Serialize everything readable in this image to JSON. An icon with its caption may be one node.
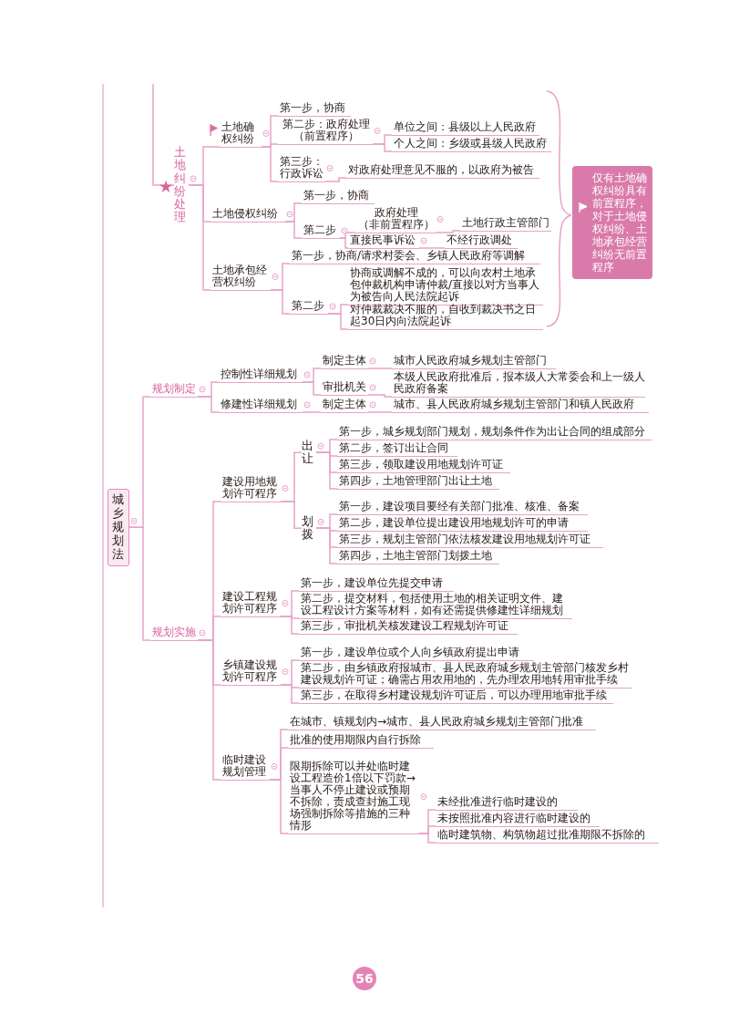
{
  "diagram": {
    "nodes": [
      {
        "text": [
          "土地纠纷处理"
        ]
      },
      {
        "text": [
          "土地确权纠纷"
        ]
      },
      {
        "text": [
          "第一步，协商"
        ]
      },
      {
        "text": [
          "第二步：政府处理（前置程序）"
        ]
      },
      {
        "text": [
          "单位之间：县级以上人民政府"
        ]
      },
      {
        "text": [
          "个人之间：乡级或县级人民政府"
        ]
      },
      {
        "text": [
          "第三步：行政诉讼"
        ]
      },
      {
        "text": [
          "对政府处理意见不服的，以政府为被告"
        ]
      },
      {
        "text": [
          "土地侵权纠纷"
        ]
      },
      {
        "text": [
          "第一步，协商"
        ]
      },
      {
        "text": [
          "第二步"
        ]
      },
      {
        "text": [
          "政府处理（非前置程序）"
        ]
      },
      {
        "text": [
          "土地行政主管部门"
        ]
      },
      {
        "text": [
          "直接民事诉讼"
        ]
      },
      {
        "text": [
          "不经行政调处"
        ]
      },
      {
        "text": [
          "土地承包经营权纠纷"
        ]
      },
      {
        "text": [
          "第一步，协商/请求村委会、乡镇人民政府等调解"
        ]
      },
      {
        "text": [
          "第二步"
        ]
      },
      {
        "text": [
          "协商或调解不成的，可以向农村土地承包仲裁机构申请仲裁/直接以对方当事人为被告向人民法院起诉"
        ]
      },
      {
        "text": [
          "对仲裁裁决不服的，自收到裁决书之日起30日内向法院起诉"
        ]
      },
      {
        "text": [
          "仅有土地确权纠纷具有前置程序，对于土地侵权纠纷、土地承包经营纠纷无前置程序"
        ]
      },
      {
        "text": [
          "城乡规划法"
        ]
      },
      {
        "text": [
          "规划制定"
        ]
      },
      {
        "text": [
          "控制性详细规划"
        ]
      },
      {
        "text": [
          "制定主体"
        ]
      },
      {
        "text": [
          "城市人民政府城乡规划主管部门"
        ]
      },
      {
        "text": [
          "审批机关"
        ]
      },
      {
        "text": [
          "本级人民政府批准后，报本级人大常委会和上一级人民政府备案"
        ]
      },
      {
        "text": [
          "修建性详细规划"
        ]
      },
      {
        "text": [
          "制定主体"
        ]
      },
      {
        "text": [
          "城市、县人民政府城乡规划主管部门和镇人民政府"
        ]
      },
      {
        "text": [
          "规划实施"
        ]
      },
      {
        "text": [
          "建设用地规划许可程序"
        ]
      },
      {
        "text": [
          "出让"
        ]
      },
      {
        "text": [
          "第一步，城乡规划部门规划，规划条件作为出让合同的组成部分"
        ]
      },
      {
        "text": [
          "第二步，签订出让合同"
        ]
      },
      {
        "text": [
          "第三步，领取建设用地规划许可证"
        ]
      },
      {
        "text": [
          "第四步，土地管理部门出让土地"
        ]
      },
      {
        "text": [
          "划拨"
        ]
      },
      {
        "text": [
          "第一步，建设项目要经有关部门批准、核准、备案"
        ]
      },
      {
        "text": [
          "第二步，建设单位提出建设用地规划许可的申请"
        ]
      },
      {
        "text": [
          "第三步，规划主管部门依法核发建设用地规划许可证"
        ]
      },
      {
        "text": [
          "第四步，土地主管部门划拨土地"
        ]
      },
      {
        "text": [
          "建设工程规划许可程序"
        ]
      },
      {
        "text": [
          "第一步，建设单位先提交申请"
        ]
      },
      {
        "text": [
          "第二步，提交材料，包括使用土地的相关证明文件、建设工程设计方案等材料，如有还需提供修建性详细规划"
        ]
      },
      {
        "text": [
          "第三步，审批机关核发建设工程规划许可证"
        ]
      },
      {
        "text": [
          "乡镇建设规划许可程序"
        ]
      },
      {
        "text": [
          "第一步，建设单位或个人向乡镇政府提出申请"
        ]
      },
      {
        "text": [
          "第二步，由乡镇政府报城市、县人民政府城乡规划主管部门核发乡村建设规划许可证；确需占用农用地的，先办理农用地转用审批手续"
        ]
      },
      {
        "text": [
          "第三步，在取得乡村建设规划许可证后，可以办理用地审批手续"
        ]
      },
      {
        "text": [
          "临时建设规划管理"
        ]
      },
      {
        "text": [
          "在城市、镇规划内→城市、县人民政府城乡规划主管部门批准"
        ]
      },
      {
        "text": [
          "批准的使用期限内自行拆除"
        ]
      },
      {
        "text": [
          "限期拆除可以并处临时建设工程造价1倍以下罚款→当事人不停止建设或预期不拆除，责成查封施工现场强制拆除等措施的三种情形"
        ]
      },
      {
        "text": [
          "未经批准进行临时建设的"
        ]
      },
      {
        "text": [
          "未按照批准内容进行临时建设的"
        ]
      },
      {
        "text": [
          "临时建筑物、构筑物超过批准期限不拆除的"
        ]
      },
      {
        "text": [
          "56"
        ]
      }
    ],
    "edges": [
      {
        "from": null,
        "to": 0,
        "arrow": "none"
      },
      {
        "from": 0,
        "to": 1,
        "arrow": "none"
      },
      {
        "from": 0,
        "to": 8,
        "arrow": "none"
      },
      {
        "from": 0,
        "to": 15,
        "arrow": "none"
      },
      {
        "from": 1,
        "to": 2,
        "arrow": "none"
      },
      {
        "from": 1,
        "to": 3,
        "arrow": "none"
      },
      {
        "from": 1,
        "to": 6,
        "arrow": "none"
      },
      {
        "from": 3,
        "to": 4,
        "arrow": "none"
      },
      {
        "from": 3,
        "to": 5,
        "arrow": "none"
      },
      {
        "from": 6,
        "to": 7,
        "arrow": "none"
      },
      {
        "from": 8,
        "to": 9,
        "arrow": "none"
      },
      {
        "from": 8,
        "to": 10,
        "arrow": "none"
      },
      {
        "from": 10,
        "to": 11,
        "arrow": "none"
      },
      {
        "from": 10,
        "to": 13,
        "arrow": "none"
      },
      {
        "from": 11,
        "to": 12,
        "arrow": "none"
      },
      {
        "from": 13,
        "to": 14,
        "arrow": "none"
      },
      {
        "from": 15,
        "to": 16,
        "arrow": "none"
      },
      {
        "from": 15,
        "to": 17,
        "arrow": "none"
      },
      {
        "from": 17,
        "to": 18,
        "arrow": "none"
      },
      {
        "from": 17,
        "to": 19,
        "arrow": "none"
      },
      {
        "from": 21,
        "to": 22,
        "arrow": "none"
      },
      {
        "from": 21,
        "to": 31,
        "arrow": "none"
      },
      {
        "from": 22,
        "to": 23,
        "arrow": "none"
      },
      {
        "from": 22,
        "to": 28,
        "arrow": "none"
      },
      {
        "from": 23,
        "to": 24,
        "arrow": "none"
      },
      {
        "from": 23,
        "to": 26,
        "arrow": "none"
      },
      {
        "from": 24,
        "to": 25,
        "arrow": "none"
      },
      {
        "from": 26,
        "to": 27,
        "arrow": "none"
      },
      {
        "from": 28,
        "to": 29,
        "arrow": "none"
      },
      {
        "from": 29,
        "to": 30,
        "arrow": "none"
      },
      {
        "from": 31,
        "to": 32,
        "arrow": "none"
      },
      {
        "from": 31,
        "to": 43,
        "arrow": "none"
      },
      {
        "from": 31,
        "to": 47,
        "arrow": "none"
      },
      {
        "from": 31,
        "to": 51,
        "arrow": "none"
      },
      {
        "from": 32,
        "to": 33,
        "arrow": "none"
      },
      {
        "from": 32,
        "to": 38,
        "arrow": "none"
      },
      {
        "from": 33,
        "to": 34,
        "arrow": "none"
      },
      {
        "from": 33,
        "to": 35,
        "arrow": "none"
      },
      {
        "from": 33,
        "to": 36,
        "arrow": "none"
      },
      {
        "from": 33,
        "to": 37,
        "arrow": "none"
      },
      {
        "from": 38,
        "to": 39,
        "arrow": "none"
      },
      {
        "from": 38,
        "to": 40,
        "arrow": "none"
      },
      {
        "from": 38,
        "to": 41,
        "arrow": "none"
      },
      {
        "from": 38,
        "to": 42,
        "arrow": "none"
      },
      {
        "from": 43,
        "to": 44,
        "arrow": "none"
      },
      {
        "from": 43,
        "to": 45,
        "arrow": "none"
      },
      {
        "from": 43,
        "to": 46,
        "arrow": "none"
      },
      {
        "from": 47,
        "to": 48,
        "arrow": "none"
      },
      {
        "from": 47,
        "to": 49,
        "arrow": "none"
      },
      {
        "from": 47,
        "to": 50,
        "arrow": "none"
      },
      {
        "from": 51,
        "to": 52,
        "arrow": "none"
      },
      {
        "from": 51,
        "to": 53,
        "arrow": "none"
      },
      {
        "from": 51,
        "to": 54,
        "arrow": "none"
      },
      {
        "from": 54,
        "to": 55,
        "arrow": "none"
      },
      {
        "from": 54,
        "to": 56,
        "arrow": "none"
      },
      {
        "from": 54,
        "to": 57,
        "arrow": "none"
      }
    ]
  }
}
